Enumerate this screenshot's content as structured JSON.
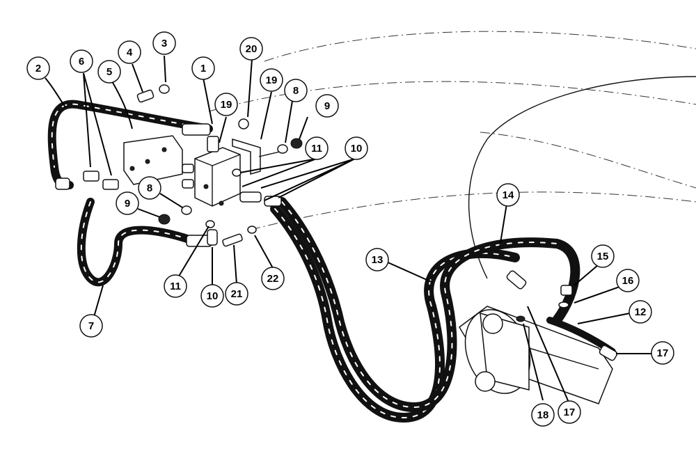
{
  "diagram": {
    "callouts": [
      {
        "label": "1"
      },
      {
        "label": "2"
      },
      {
        "label": "3"
      },
      {
        "label": "4"
      },
      {
        "label": "5"
      },
      {
        "label": "6"
      },
      {
        "label": "7"
      },
      {
        "label": "8"
      },
      {
        "label": "8"
      },
      {
        "label": "9"
      },
      {
        "label": "9"
      },
      {
        "label": "10"
      },
      {
        "label": "10"
      },
      {
        "label": "11"
      },
      {
        "label": "11"
      },
      {
        "label": "12"
      },
      {
        "label": "13"
      },
      {
        "label": "14"
      },
      {
        "label": "15"
      },
      {
        "label": "16"
      },
      {
        "label": "17"
      },
      {
        "label": "17"
      },
      {
        "label": "18"
      },
      {
        "label": "19"
      },
      {
        "label": "19"
      },
      {
        "label": "20"
      },
      {
        "label": "21"
      },
      {
        "label": "22"
      }
    ]
  }
}
